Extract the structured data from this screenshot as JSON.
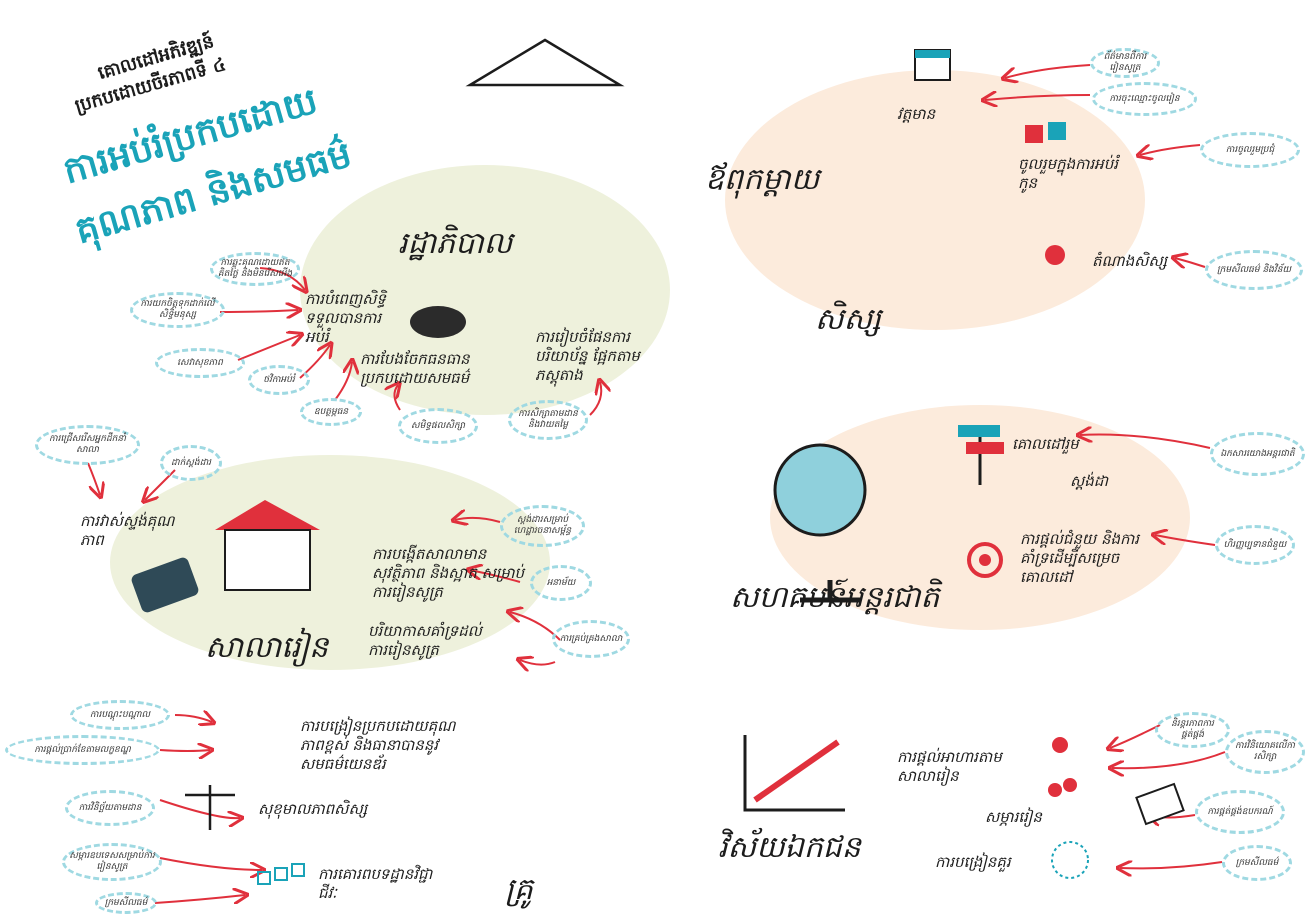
{
  "colors": {
    "accent_teal": "#1aa3b8",
    "arrow_red": "#e0303c",
    "blob_green": "#eef1dc",
    "blob_peach": "#fcebdc",
    "note_border": "#9fd9e2"
  },
  "title": {
    "subtitle_line1": "គោលដៅអភិវឌ្ឍន៍",
    "subtitle_line2": "ប្រកបដោយចីរភាពទី ៤",
    "main_line1": "ការអប់រំប្រកបដោយ",
    "main_line2": "គុណភាព និងសមធម៌"
  },
  "government": {
    "heading": "រដ្ឋាភិបាល",
    "items": [
      "ការបំពេញសិទ្ធិទទួលបានការអប់រំ",
      "ការបែងចែកធនធានប្រកបដោយសមធម៌",
      "ការរៀបចំផែនការ បរិយាប័ន្ន ផ្អែកតាមភស្តុតាង"
    ],
    "notes": [
      "ការឆ្លុះគុណដោយឥតគិតថ្លៃ និងមិនរើសអើង",
      "ការយកចិត្តទុកដាក់លើសិទ្ធិមនុស្ស",
      "សេវាសុខភាព",
      "ថវិកាអប់រំ",
      "ឧបត្ថម្ភធន",
      "សមិទ្ធផលសិក្សា",
      "ការសិក្សាតាមដាន និងវាយតម្លៃ"
    ]
  },
  "school": {
    "heading": "សាលារៀន",
    "items": [
      "ការវាស់ស្ទង់គុណភាព",
      "ការបង្កើតសាលាមានសុវត្ថិភាព និងស្អាត សម្រាប់ការរៀនសូត្រ",
      "បរិយាកាសគាំទ្រដល់ការរៀនសូត្រ"
    ],
    "notes": [
      "ការជ្រើសរើសអ្នកដឹកនាំសាលា",
      "ដាក់ស្តង់ដារ",
      "ស្តង់ដារសម្រាប់ហេដ្ឋារចនាសម្ព័ន្ធ",
      "អនាម័យ",
      "ការគ្រប់គ្រងសាលា"
    ]
  },
  "teacher": {
    "heading": "គ្រូ",
    "items": [
      "ការបង្រៀនប្រកបដោយគុណភាពខ្ពស់ និងធានាបាននូវសមធម៌យេនឌ័រ",
      "សុខុមាលភាពសិស្ស",
      "ការគោរពបទដ្ឋានវិជ្ជាជីវៈ"
    ],
    "notes": [
      "ការបណ្តុះបណ្តាល",
      "ការផ្តល់ប្រាក់ខែតាមលក្ខខណ្ឌ",
      "ការវិនិច្ឆ័យតាមដាន",
      "សម្ភារឧបទេសសម្រាប់ការរៀនសូត្រ",
      "ក្រមសីលធម៌"
    ]
  },
  "parents": {
    "heading": "ឪពុកម្តាយ",
    "items": [
      "វត្តមាន",
      "ចូលរួមក្នុងការអប់រំកូន"
    ],
    "notes": [
      "ព័ត៌មានពីការរៀនសូត្រ",
      "ការចុះឈ្មោះចូលរៀន",
      "ការចូលរួមប្រជុំ"
    ]
  },
  "students": {
    "heading": "សិស្ស",
    "items": [
      "តំណាងសិស្ស"
    ],
    "notes": [
      "ក្រមសីលធម៌ និងវិន័យ"
    ]
  },
  "international": {
    "heading": "សហគមន៍អន្តរជាតិ",
    "items": [
      "គោលដៅរួម",
      "ស្តង់ដា",
      "ការផ្តល់ជំនួយ និងការគាំទ្រដើម្បីសម្រេចគោលដៅ"
    ],
    "notes": [
      "ឯកសារយោងអន្តរជាតិ",
      "ហិរញ្ញប្បទានជំនួយ"
    ]
  },
  "private_sector": {
    "heading": "វិស័យឯកជន",
    "items": [
      "ការផ្តល់អាហារតាមសាលារៀន",
      "សម្ភាររៀន",
      "ការបង្រៀនគួរ"
    ],
    "notes": [
      "និរន្តរភាពការផ្គត់ផ្គង់",
      "ការវិនិយោគលើការសិក្សា",
      "ការផ្គត់ផ្គង់ឧបករណ៍",
      "ក្រមសីលធម៌"
    ]
  }
}
